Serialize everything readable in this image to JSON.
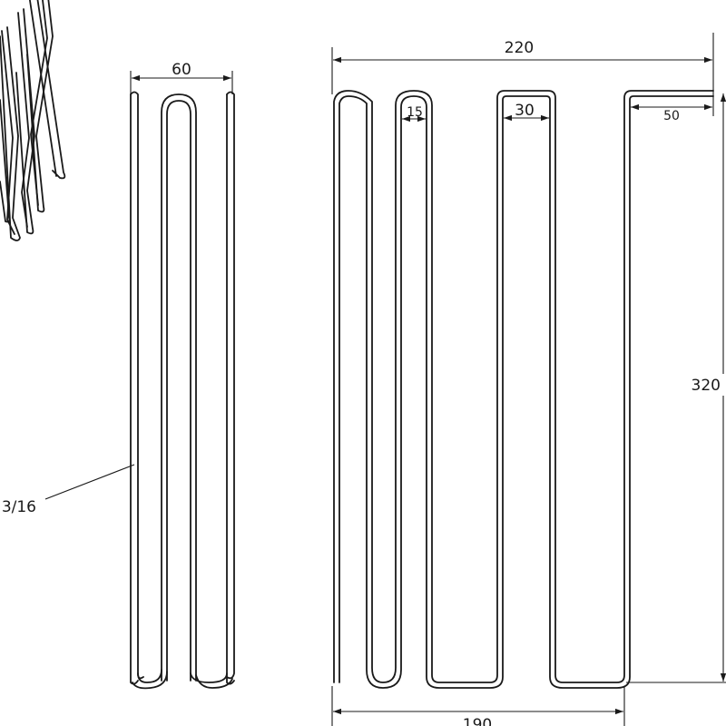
{
  "dimensions": {
    "side_width": "60",
    "overall_width": "220",
    "bottom_width": "190",
    "height": "320",
    "rod_spacing": "15",
    "inner_gap": "30",
    "edge_gap": "50"
  },
  "callouts": {
    "rod_diameter": "3/16"
  },
  "colors": {
    "line": "#1a1a1a",
    "background": "#ffffff"
  }
}
